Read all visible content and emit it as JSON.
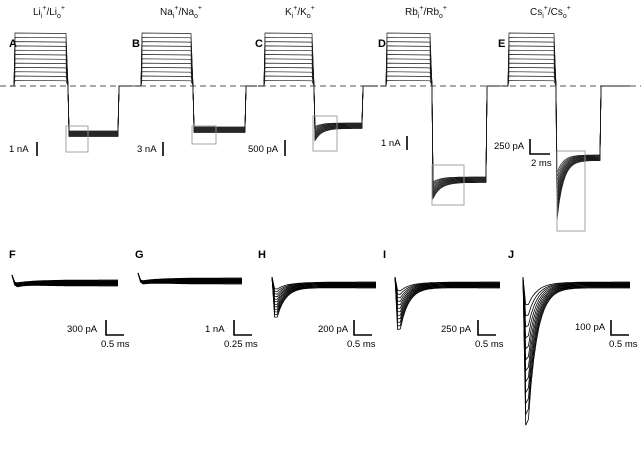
{
  "figure": {
    "reference_line": "dashed zero-current line",
    "panels": [
      {
        "label": "A",
        "title_main": "Li",
        "title_in": "i",
        "title_mid": "/Li",
        "title_out": "o",
        "scale_y": "1 nA",
        "scale_x": ""
      },
      {
        "label": "B",
        "title_main": "Na",
        "title_in": "i",
        "title_mid": "/Na",
        "title_out": "o",
        "scale_y": "3 nA",
        "scale_x": ""
      },
      {
        "label": "C",
        "title_main": "K",
        "title_in": "i",
        "title_mid": "/K",
        "title_out": "o",
        "scale_y": "500 pA",
        "scale_x": ""
      },
      {
        "label": "D",
        "title_main": "Rb",
        "title_in": "i",
        "title_mid": "/Rb",
        "title_out": "o",
        "scale_y": "1 nA",
        "scale_x": ""
      },
      {
        "label": "E",
        "title_main": "Cs",
        "title_in": "i",
        "title_mid": "/Cs",
        "title_out": "o",
        "scale_y": "250 pA",
        "scale_x": "2 ms"
      },
      {
        "label": "F",
        "scale_y": "300 pA",
        "scale_x": "0.5 ms"
      },
      {
        "label": "G",
        "scale_y": "1 nA",
        "scale_x": "0.25 ms"
      },
      {
        "label": "H",
        "scale_y": "200 pA",
        "scale_x": "0.5 ms"
      },
      {
        "label": "I",
        "scale_y": "250 pA",
        "scale_x": "0.5 ms"
      },
      {
        "label": "J",
        "scale_y": "100 pA",
        "scale_x": "0.5 ms"
      }
    ]
  },
  "chart_data": {
    "type": "line",
    "title": "",
    "xlabel": "",
    "ylabel": "",
    "grid": false,
    "panels": [
      {
        "label": "A",
        "ions": "Li+ / Li+",
        "depolarizing_steps": 12,
        "tail_peak_relative": 0.05,
        "tail_sustained_relative": 0.9,
        "scale_y": "1 nA"
      },
      {
        "label": "B",
        "ions": "Na+ / Na+",
        "depolarizing_steps": 12,
        "tail_peak_relative": 0.05,
        "tail_sustained_relative": 0.9,
        "scale_y": "3 nA"
      },
      {
        "label": "C",
        "ions": "K+ / K+",
        "depolarizing_steps": 12,
        "tail_peak_relative": 0.5,
        "tail_sustained_relative": 0.7,
        "scale_y": "500 pA"
      },
      {
        "label": "D",
        "ions": "Rb+ / Rb+",
        "depolarizing_steps": 12,
        "tail_peak_relative": 0.55,
        "tail_sustained_relative": 0.85,
        "scale_y": "1 nA"
      },
      {
        "label": "E",
        "ions": "Cs+ / Cs+",
        "depolarizing_steps": 12,
        "tail_peak_relative": 1.0,
        "tail_sustained_relative": 0.25,
        "scale_y": "250 pA",
        "scale_x": "2 ms"
      },
      {
        "label": "F",
        "zoom_of": "A",
        "scale_y": "300 pA",
        "scale_x": "0.5 ms"
      },
      {
        "label": "G",
        "zoom_of": "B",
        "scale_y": "1 nA",
        "scale_x": "0.25 ms"
      },
      {
        "label": "H",
        "zoom_of": "C",
        "scale_y": "200 pA",
        "scale_x": "0.5 ms"
      },
      {
        "label": "I",
        "zoom_of": "D",
        "scale_y": "250 pA",
        "scale_x": "0.5 ms"
      },
      {
        "label": "J",
        "zoom_of": "E",
        "scale_y": "100 pA",
        "scale_x": "0.5 ms"
      }
    ]
  }
}
